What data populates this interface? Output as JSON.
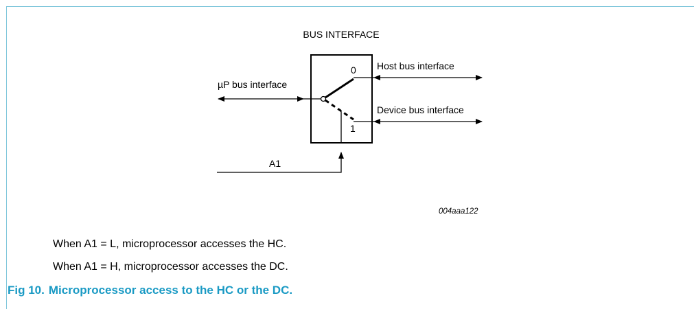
{
  "diagram": {
    "title": "BUS INTERFACE",
    "up_bus_label": "µP bus interface",
    "host_bus_label": "Host bus interface",
    "device_bus_label": "Device bus interface",
    "switch_pos_0": "0",
    "switch_pos_1": "1",
    "a1_label": "A1",
    "figure_code": "004aaa122"
  },
  "notes": {
    "line1": "When A1 = L, microprocessor accesses the HC.",
    "line2": "When A1 = H, microprocessor accesses the DC."
  },
  "caption": {
    "number": "Fig 10.",
    "text": "Microprocessor access to the HC or the DC."
  },
  "colors": {
    "accent": "#1a9ac4",
    "frame": "#7fc6db"
  }
}
